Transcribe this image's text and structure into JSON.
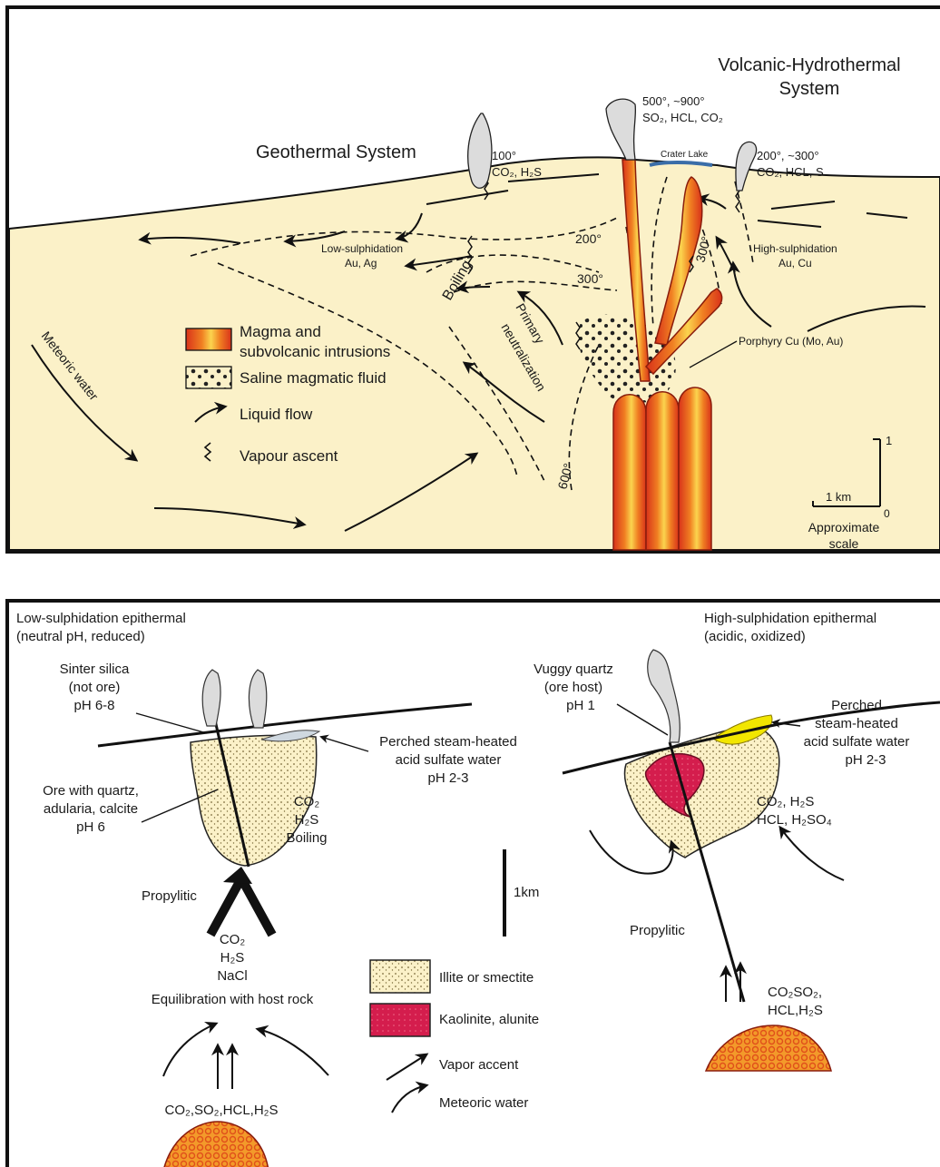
{
  "top": {
    "title_volcanic": [
      "Volcanic-Hydrothermal",
      "System"
    ],
    "title_geothermal": "Geothermal System",
    "plume_geo": [
      "100°",
      "CO₂, H₂S"
    ],
    "plume_main": [
      "500°, ~900°",
      "SO₂, HCL, CO₂"
    ],
    "plume_right": [
      "200°, ~300°",
      "CO₂, HCL, S"
    ],
    "crater_lake": "Crater Lake",
    "low_sulph": [
      "Low-sulphidation",
      "Au, Ag"
    ],
    "high_sulph": [
      "High-sulphidation",
      "Au, Cu"
    ],
    "boiling": "Boiling",
    "primary": [
      "Primary",
      "neutralization"
    ],
    "meteoric": "Meteoric water",
    "porphyry": "Porphyry Cu (Mo, Au)",
    "isotherms": [
      "200°",
      "300°",
      "300°",
      "600°"
    ],
    "legend": {
      "magma": [
        "Magma and",
        "subvolcanic intrusions"
      ],
      "saline": "Saline magmatic fluid",
      "liquid": "Liquid flow",
      "vapour": "Vapour ascent"
    },
    "scale": {
      "one": "1",
      "zero": "0",
      "km": "1 km",
      "approx": [
        "Approximate",
        "scale"
      ]
    }
  },
  "bottom": {
    "low_title": [
      "Low-sulphidation epithermal",
      "(neutral pH, reduced)"
    ],
    "high_title": [
      "High-sulphidation epithermal",
      "(acidic, oxidized)"
    ],
    "sinter": [
      "Sinter silica",
      "(not ore)",
      "pH 6-8"
    ],
    "perched_low": [
      "Perched steam-heated",
      "acid sulfate water",
      "pH 2-3"
    ],
    "ore": [
      "Ore with quartz,",
      "adularia, calcite",
      "pH 6"
    ],
    "boil_gases": [
      "CO₂",
      "H₂S",
      "Boiling"
    ],
    "propylitic_low": "Propylitic",
    "center_gases": [
      "CO₂",
      "H₂S",
      "NaCl",
      "Equilibration with host rock"
    ],
    "source_gases_low": "CO₂,SO₂,HCL,H₂S",
    "scale_km": "1km",
    "legend": {
      "illite": "Illite or smectite",
      "kaolinite": "Kaolinite, alunite",
      "vapor": "Vapor accent",
      "meteoric": "Meteoric water"
    },
    "vuggy": [
      "Vuggy quartz",
      "(ore host)",
      "pH 1"
    ],
    "perched_high": [
      "Perched",
      "steam-heated",
      "acid sulfate water",
      "pH 2-3"
    ],
    "high_gases": [
      "CO₂, H₂S",
      "HCL, H₂SO₄"
    ],
    "propylitic_high": "Propylitic",
    "source_gases_high": [
      "CO₂SO₂,",
      "HCL,H₂S"
    ]
  },
  "colors": {
    "ground": "#fbf1c8",
    "kaolinite": "#d41d4d",
    "magma_dark": "#e0401a",
    "magma_light": "#f9b233",
    "plume": "#dcdcdc",
    "yellow": "#f2e600"
  }
}
